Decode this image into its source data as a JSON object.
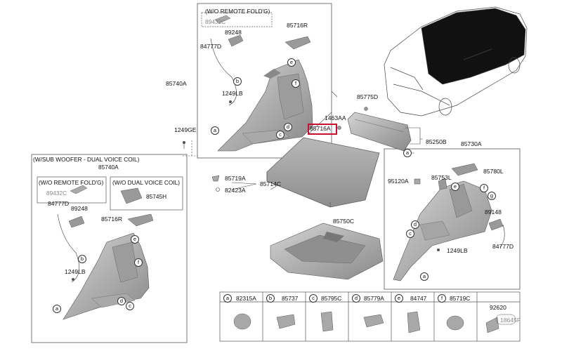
{
  "groups": {
    "top_box_header": "(W/O REMOTE FOLD'G)",
    "top_box_part": "89432C",
    "sub_woofer_header": "(W/SUB WOOFER - DUAL VOICE COIL)",
    "sub_woofer_assembly": "85740A",
    "sub_remote_header": "(W/O REMOTE FOLD'G)",
    "sub_remote_part": "89432C",
    "sub_dual_header": "(W/O DUAL VOICE COIL)",
    "sub_dual_part": "85745H"
  },
  "parts": {
    "p_89248_top": "89248",
    "p_85716R_top": "85716R",
    "p_84777D_top": "84777D",
    "p_85740A_side": "85740A",
    "p_1249LB_top": "1249LB",
    "p_1249GE": "1249GE",
    "p_85775D": "85775D",
    "p_1463AA": "1463AA",
    "p_85716A": "85716A",
    "p_85250B": "85250B",
    "p_85719A": "85719A",
    "p_82423A": "82423A",
    "p_85714C": "85714C",
    "p_85730A": "85730A",
    "p_85780L": "85780L",
    "p_95120A": "95120A",
    "p_85753L": "85753L",
    "p_89148": "89148",
    "p_84777D_right": "84777D",
    "p_1249LB_right": "1249LB",
    "p_85750C": "85750C",
    "p_84777D_sub": "84777D",
    "p_89248_sub": "89248",
    "p_85716R_sub": "85716R",
    "p_1249LB_sub": "1249LB",
    "p_92620": "92620",
    "p_18645F": "18645F"
  },
  "callouts": [
    "a",
    "b",
    "c",
    "d",
    "e",
    "f",
    "g"
  ],
  "legend": [
    {
      "letter": "a",
      "part": "82315A"
    },
    {
      "letter": "b",
      "part": "85737"
    },
    {
      "letter": "c",
      "part": "85795C"
    },
    {
      "letter": "d",
      "part": "85779A"
    },
    {
      "letter": "e",
      "part": "84747"
    },
    {
      "letter": "f",
      "part": "85719C"
    }
  ],
  "colors": {
    "highlight": "#c8102e",
    "panel": "#b9b9b9",
    "panel_dark": "#7d7d7d",
    "line": "#333333"
  }
}
